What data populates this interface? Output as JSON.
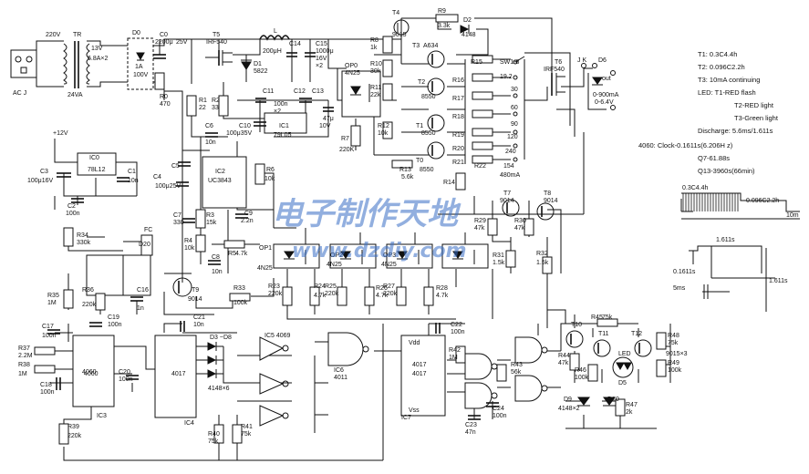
{
  "notes": {
    "t1": "T1: 0.3C4.4h",
    "t2": "T2: 0.096C2.2h",
    "t3": "T3: 10mA continuing",
    "led1": "LED: T1-RED flash",
    "led2": "T2-RED light",
    "led3": "T3-Green light",
    "discharge": "Discharge: 5.6ms/1.611s",
    "clock": "4060: Clock-0.1611s(6.206H z)",
    "q7": "Q7-61.88s",
    "q13": "Q13-3960s(66min)"
  },
  "timing": {
    "c44": "0.3C4.4h",
    "c22": "0.096C2.2h",
    "tenm": "10m",
    "s1611a": "1.611s",
    "s1611b": "0.1611s",
    "ms5": "5ms",
    "s1611c": "1.611s"
  },
  "watermark": {
    "line1": "电子制作天地",
    "line2": "www.dzdiy.com"
  },
  "labels": {
    "acj": "AC J",
    "v220": "220V",
    "tr": "TR",
    "v13": "13V",
    "a68": "6.8A×2",
    "va24": "24VA",
    "d0": "D0",
    "d0a": "1A",
    "d0v": "100V",
    "c0": "C0",
    "c0v": "2200μ",
    "v25": "25V",
    "r0": "R0",
    "r0v": "470",
    "t5": "T5",
    "t5v": "IRF540",
    "l": "L",
    "lv": "200μH",
    "d1": "D1",
    "d1v": "5822",
    "c14": "C14",
    "c15": "C15",
    "c15v": "1000μ",
    "c15v2": "16V",
    "c15v3": "×2",
    "r1": "R1",
    "r1v": "22",
    "r2": "R2",
    "r2v": "33",
    "c11": "C11",
    "c11v": "100n",
    "c11v2": "×2",
    "c12": "C12",
    "c13": "C13",
    "c13v": "47μ",
    "c13v2": "10V",
    "c10": "C10",
    "c10v": "100μ35V",
    "ic1": "IC1",
    "ic1v": "79L05",
    "c6": "C6",
    "c6v": "10n",
    "v12": "+12V",
    "ic0": "IC0",
    "ic0v": "78L12",
    "c1": "C1",
    "c1v": "10n",
    "c3": "C3",
    "c3v": "100μ16V",
    "c2": "C2",
    "c2v": "100n",
    "c5": "C5",
    "c4": "C4",
    "c4v": "100μ25V",
    "ic2": "IC2",
    "ic2v": "UC3843",
    "r6": "R6",
    "r6v": "10k",
    "r3": "R3",
    "r3v": "15k",
    "c9": "C9",
    "c9v": "2.2n",
    "c7": "C7",
    "c7v": "330",
    "r4": "R4",
    "r4v": "10k",
    "r5": "R5",
    "r5v": "4.7k",
    "c8": "C8",
    "c8v": "10n",
    "op0": "OP0",
    "op0v": "4N25",
    "r7": "R7",
    "r7v": "220K",
    "t4": "T4",
    "t4v": "9015",
    "r9": "R9",
    "r9v": "3.3k",
    "d2": "D2",
    "d2v": "4148",
    "r8": "R8",
    "r8v": "1k",
    "t3": "T3",
    "t3v": "A634",
    "r10": "R10",
    "r10v": "30k",
    "r11": "R11",
    "r11v": "22k",
    "t2": "T2",
    "t2v": "8550",
    "r12": "R12",
    "r12v": "10k",
    "t1": "T1",
    "t1v": "8550",
    "r13": "R13",
    "r13v": "5.6k",
    "t0": "T0",
    "t0v": "8550",
    "r14": "R14",
    "sw": "SW1-8",
    "r15": "R15",
    "r16": "R16",
    "r17": "R17",
    "r18": "R18",
    "r19": "R19",
    "r20": "R20",
    "r21": "R21",
    "r22": "R22",
    "s30": "30",
    "s60": "60",
    "s90": "90",
    "s120": "120",
    "s240": "240",
    "s154": "154",
    "s480": "480mA",
    "s19": "19.2",
    "t6": "T6",
    "t6v": "IRF540",
    "jk": "J  K",
    "d6": "D6",
    "out": "out",
    "ma": "0-900mA",
    "vout": "0-6.4V",
    "t7": "T7",
    "t7v": "9014",
    "t8": "T8",
    "t8v": "9014",
    "r29": "R29",
    "r29v": "47k",
    "r30": "R30",
    "r30v": "47k",
    "r31": "R31",
    "r31v": "1.5k",
    "r32": "R32",
    "r32v": "1.5k",
    "op1": "OP1",
    "op1v": "4N25",
    "op2": "OP2",
    "op2v": "4N25",
    "op3": "OP3",
    "op3v": "4N25",
    "r23": "R23",
    "r23v": "220k",
    "r24": "R24",
    "r24v": "4.7k",
    "r25": "R25",
    "r25v": "220k",
    "r26": "R26",
    "r26v": "4.7k",
    "r27": "R27",
    "r27v": "220k",
    "r28": "R28",
    "r28v": "4.7k",
    "r34": "R34",
    "r34v": "330k",
    "fc": "FC",
    "fcv": "D20",
    "r35": "R35",
    "r35v": "1M",
    "r36": "R36",
    "r36v": "220k",
    "c16": "C16",
    "c16v": "1n",
    "t9": "T9",
    "t9v": "9014",
    "r33": "R33",
    "r33v": "100k",
    "c17": "C17",
    "c17v": "100n",
    "c19": "C19",
    "c19v": "100n",
    "r37": "R37",
    "r37v": "2.2M",
    "r38": "R38",
    "r38v": "1M",
    "c18": "C18",
    "c18v": "100n",
    "c20": "C20",
    "c20v": "100n",
    "ic3": "IC3",
    "ic3v": "4060",
    "r39": "R39",
    "r39v": "220k",
    "c21": "C21",
    "c21v": "10n",
    "ic4": "IC4",
    "ic4v": "4017",
    "d3": "D3  ~D8",
    "d4148": "4148×6",
    "r40": "R40",
    "r40v": "75k",
    "r41": "R41",
    "r41v": "75k",
    "ic5": "IC5  4069",
    "ic6": "IC6",
    "ic6v": "4011",
    "ic7": "IC7",
    "ic7v": "4017",
    "c22": "C22",
    "c22v": "100n",
    "r42": "R42",
    "r42v": "1M",
    "r43": "R43",
    "r43v": "56k",
    "c23": "C23",
    "c23v": "47n",
    "c24": "C24",
    "c24v": "100n",
    "t10": "T10",
    "r45": "R45",
    "r45v": "75k",
    "t11": "T11",
    "t12": "T12",
    "r44": "R44",
    "r44v": "47k",
    "r46": "R46",
    "r46v": "100k",
    "led": "LED",
    "d5": "D5",
    "r48": "R48",
    "r48v": "75k",
    "r49": "R49",
    "r49v": "100k",
    "t9015": "9015×3",
    "d9": "D9",
    "d10": "D10",
    "d9v": "4148×2",
    "r47": "R47",
    "r47v": "2k",
    "vdd": "Vdd",
    "vss": "Vss",
    "n4060": "4060",
    "n4017": "4017"
  }
}
